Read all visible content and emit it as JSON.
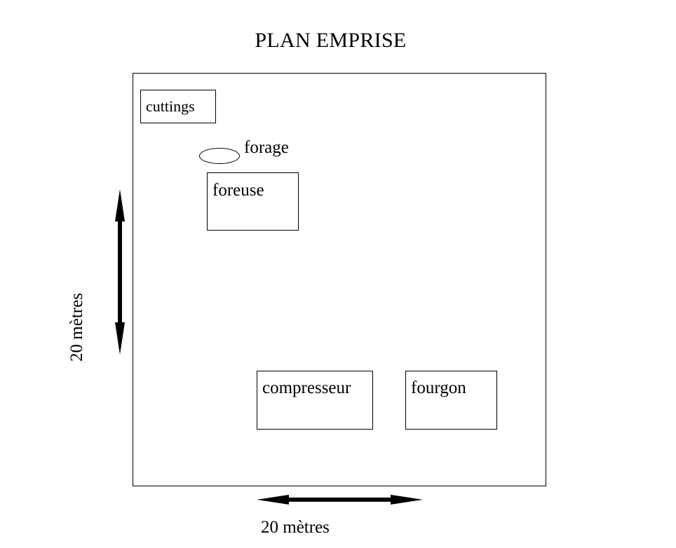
{
  "title": "PLAN EMPRISE",
  "site": {
    "equipment": {
      "cuttings": "cuttings",
      "forage": "forage",
      "foreuse": "foreuse",
      "compresseur": "compresseur",
      "fourgon": "fourgon"
    }
  },
  "scale": {
    "horizontal": "20 mètres",
    "vertical": "20 mètres"
  }
}
